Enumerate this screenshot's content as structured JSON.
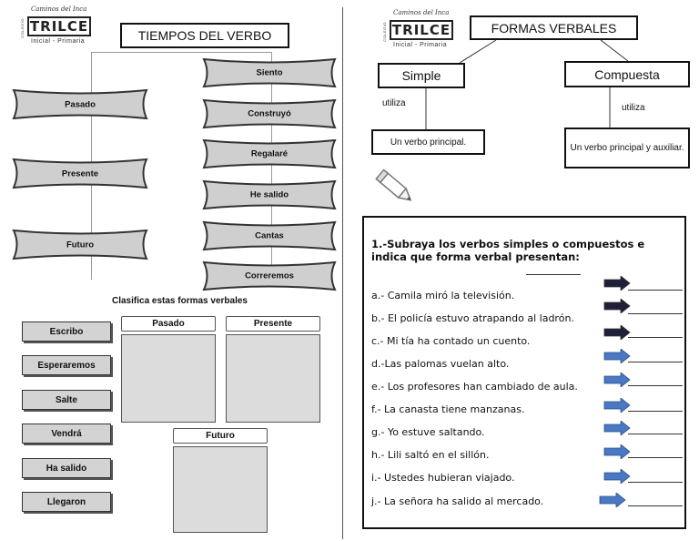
{
  "left": {
    "logo": {
      "top": "Caminos del Inca",
      "side": "COLEGIO",
      "brand": "TRILCE",
      "sub": "Inicial - Primaria"
    },
    "title": "TIEMPOS DEL VERBO",
    "tenses": [
      "Pasado",
      "Presente",
      "Futuro"
    ],
    "verbs": [
      "Siento",
      "Construyó",
      "Regalaré",
      "He salido",
      "Cantas",
      "Correremos"
    ],
    "classify_title": "Clasifica estas formas verbales",
    "buttons": [
      "Escribo",
      "Esperaremos",
      "Salte",
      "Vendrá",
      "Ha salido",
      "Llegaron"
    ],
    "columns": [
      "Pasado",
      "Presente",
      "Futuro"
    ]
  },
  "right": {
    "logo": {
      "top": "Caminos del Inca",
      "side": "COLEGIO",
      "brand": "TRILCE",
      "sub": "Inicial - Primaria"
    },
    "title": "FORMAS VERBALES",
    "simple": "Simple",
    "compuesta": "Compuesta",
    "utiliza_left": "utiliza",
    "utiliza_right": "utiliza",
    "simple_desc": "Un verbo principal.",
    "compuesta_desc": "Un verbo principal y auxiliar.",
    "exercise_title": "1.-Subraya los verbos simples o compuestos e indica que forma verbal presentan:",
    "items": [
      "a.- Camila miró la televisión.",
      "b.- El policía estuvo atrapando al ladrón.",
      "c.- Mi  tía ha contado un cuento.",
      "d.-Las palomas vuelan alto.",
      "e.- Los profesores han cambiado de aula.",
      "f.- La canasta tiene manzanas.",
      "g.- Yo estuve saltando.",
      "h.-  Lili saltó en el sillón.",
      "i.-  Ustedes hubieran viajado.",
      "j.- La señora ha salido al mercado."
    ],
    "arrow_colors": [
      "#1f1f3a",
      "#1f1f3a",
      "#1f1f3a",
      "#4a78c2",
      "#4a78c2",
      "#4a78c2",
      "#4a78c2",
      "#4a78c2",
      "#4a78c2",
      "#4a78c2"
    ]
  },
  "icons": {
    "pencil": "pencil-icon",
    "arrow": "arrow-right-icon"
  }
}
